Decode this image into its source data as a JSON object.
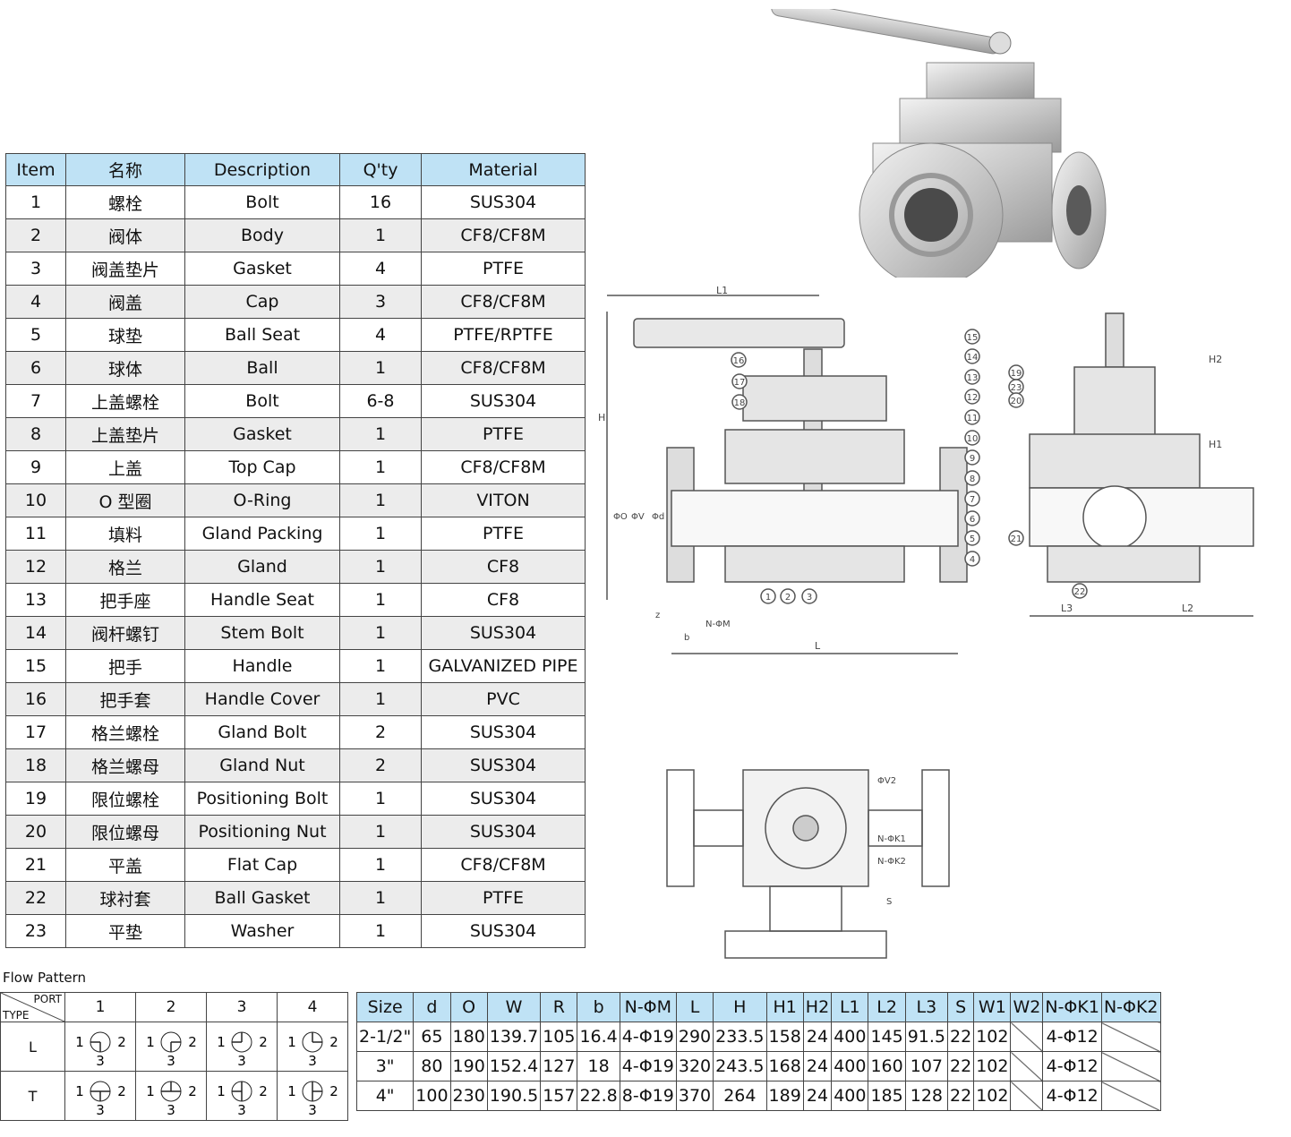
{
  "parts_table": {
    "headers": [
      "Item",
      "名称",
      "Description",
      "Q'ty",
      "Material"
    ],
    "rows": [
      [
        "1",
        "螺栓",
        "Bolt",
        "16",
        "SUS304"
      ],
      [
        "2",
        "阀体",
        "Body",
        "1",
        "CF8/CF8M"
      ],
      [
        "3",
        "阀盖垫片",
        "Gasket",
        "4",
        "PTFE"
      ],
      [
        "4",
        "阀盖",
        "Cap",
        "3",
        "CF8/CF8M"
      ],
      [
        "5",
        "球垫",
        "Ball Seat",
        "4",
        "PTFE/RPTFE"
      ],
      [
        "6",
        "球体",
        "Ball",
        "1",
        "CF8/CF8M"
      ],
      [
        "7",
        "上盖螺栓",
        "Bolt",
        "6-8",
        "SUS304"
      ],
      [
        "8",
        "上盖垫片",
        "Gasket",
        "1",
        "PTFE"
      ],
      [
        "9",
        "上盖",
        "Top Cap",
        "1",
        "CF8/CF8M"
      ],
      [
        "10",
        "O 型圈",
        "O-Ring",
        "1",
        "VITON"
      ],
      [
        "11",
        "填料",
        "Gland Packing",
        "1",
        "PTFE"
      ],
      [
        "12",
        "格兰",
        "Gland",
        "1",
        "CF8"
      ],
      [
        "13",
        "把手座",
        "Handle Seat",
        "1",
        "CF8"
      ],
      [
        "14",
        "阀杆螺钉",
        "Stem Bolt",
        "1",
        "SUS304"
      ],
      [
        "15",
        "把手",
        "Handle",
        "1",
        "GALVANIZED PIPE"
      ],
      [
        "16",
        "把手套",
        "Handle Cover",
        "1",
        "PVC"
      ],
      [
        "17",
        "格兰螺栓",
        "Gland Bolt",
        "2",
        "SUS304"
      ],
      [
        "18",
        "格兰螺母",
        "Gland Nut",
        "2",
        "SUS304"
      ],
      [
        "19",
        "限位螺栓",
        "Positioning Bolt",
        "1",
        "SUS304"
      ],
      [
        "20",
        "限位螺母",
        "Positioning Nut",
        "1",
        "SUS304"
      ],
      [
        "21",
        "平盖",
        "Flat Cap",
        "1",
        "CF8/CF8M"
      ],
      [
        "22",
        "球衬套",
        "Ball Gasket",
        "1",
        "PTFE"
      ],
      [
        "23",
        "平垫",
        "Washer",
        "1",
        "SUS304"
      ]
    ]
  },
  "flow_pattern": {
    "title": "Flow Pattern",
    "corner_port": "PORT",
    "corner_type": "TYPE",
    "ports": [
      "1",
      "2",
      "3",
      "4"
    ],
    "types": [
      "L",
      "T"
    ],
    "symbol_labels": {
      "left": "1",
      "right": "2",
      "bottom": "3"
    }
  },
  "size_table": {
    "headers": [
      "Size",
      "d",
      "O",
      "W",
      "R",
      "b",
      "N-ΦM",
      "L",
      "H",
      "H1",
      "H2",
      "L1",
      "L2",
      "L3",
      "S",
      "W1",
      "W2",
      "N-ΦK1",
      "N-ΦK2"
    ],
    "rows": [
      [
        "2-1/2\"",
        "65",
        "180",
        "139.7",
        "105",
        "16.4",
        "4-Φ19",
        "290",
        "233.5",
        "158",
        "24",
        "400",
        "145",
        "91.5",
        "22",
        "102",
        "",
        "4-Φ12",
        ""
      ],
      [
        "3\"",
        "80",
        "190",
        "152.4",
        "127",
        "18",
        "4-Φ19",
        "320",
        "243.5",
        "168",
        "24",
        "400",
        "160",
        "107",
        "22",
        "102",
        "",
        "4-Φ12",
        ""
      ],
      [
        "4\"",
        "100",
        "230",
        "190.5",
        "157",
        "22.8",
        "8-Φ19",
        "370",
        "264",
        "189",
        "24",
        "400",
        "185",
        "128",
        "22",
        "102",
        "",
        "4-Φ12",
        ""
      ]
    ]
  },
  "drawing_labels": {
    "front": {
      "L1": "L1",
      "H": "H",
      "L": "L",
      "O": "ΦO",
      "V": "ΦV",
      "d": "Φd",
      "b": "b",
      "z": "z",
      "NM": "N-ΦM",
      "callouts": [
        "1",
        "2",
        "3",
        "4",
        "5",
        "6",
        "7",
        "8",
        "9",
        "10",
        "11",
        "12",
        "13",
        "14",
        "15",
        "16",
        "17",
        "18"
      ]
    },
    "side": {
      "H1": "H1",
      "H2": "H2",
      "L2": "L2",
      "L3": "L3",
      "callouts": [
        "19",
        "23",
        "20",
        "21",
        "22"
      ]
    },
    "top": {
      "V2": "ΦV2",
      "K1": "N-ΦK1",
      "K2": "N-ΦK2",
      "S": "S"
    }
  },
  "colors": {
    "header_bg": "#bfe2f5",
    "row_alt": "#ececec"
  }
}
